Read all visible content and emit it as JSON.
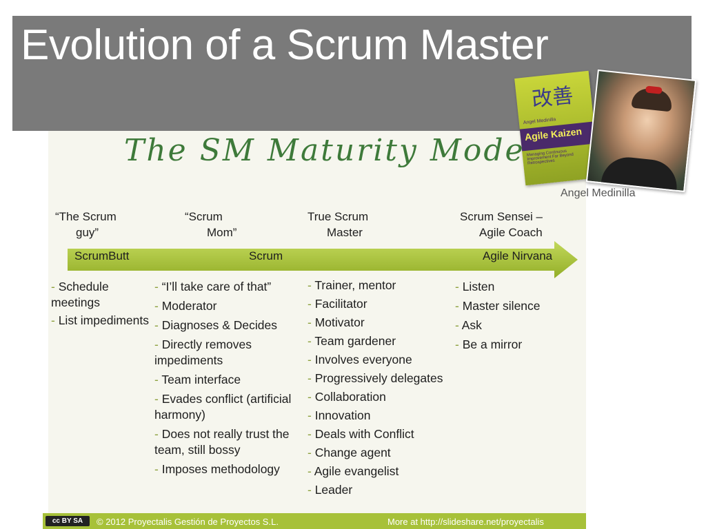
{
  "slide": {
    "title": "Evolution of a Scrum Master",
    "model_heading": "The SM Maturity Model",
    "book": {
      "kanji": "改善",
      "author": "Angel Medinilla",
      "title": "Agile Kaizen",
      "subtitle": "Managing Continuous Improvement Far Beyond Retrospectives"
    },
    "photo_caption": "Angel Medinilla"
  },
  "stages": [
    {
      "line1": "“The Scrum",
      "line2": "guy”"
    },
    {
      "line1": "“Scrum",
      "line2": "Mom”"
    },
    {
      "line1": "True Scrum",
      "line2": "Master"
    },
    {
      "line1": "Scrum Sensei –",
      "line2": "Agile Coach"
    }
  ],
  "arrow_labels": [
    "ScrumButt",
    "Scrum",
    "Agile Nirvana"
  ],
  "columns": [
    [
      "Schedule meetings",
      "List impediments"
    ],
    [
      "“I’ll take care of that”",
      "Moderator",
      "Diagnoses & Decides",
      "Directly removes impediments",
      "Team interface",
      "Evades conflict (artificial harmony)",
      "Does not really trust the team, still bossy",
      "Imposes methodology"
    ],
    [
      "Trainer, mentor",
      "Facilitator",
      "Motivator",
      "Team gardener",
      "Involves everyone",
      "Progressively delegates",
      "Collaboration",
      "Innovation",
      "Deals with Conflict",
      "Change agent",
      "Agile evangelist",
      "Leader"
    ],
    [
      "Listen",
      "Master silence",
      "Ask",
      "Be a mirror"
    ]
  ],
  "footer": {
    "badge": "cc BY SA",
    "left": "© 2012 Proyectalis Gestión de Proyectos S.L.",
    "right": "More at http://slideshare.net/proyectalis"
  },
  "colors": {
    "title_bar": "#7a7a7a",
    "accent_green": "#a7c139",
    "heading_green": "#3e7a3a"
  }
}
